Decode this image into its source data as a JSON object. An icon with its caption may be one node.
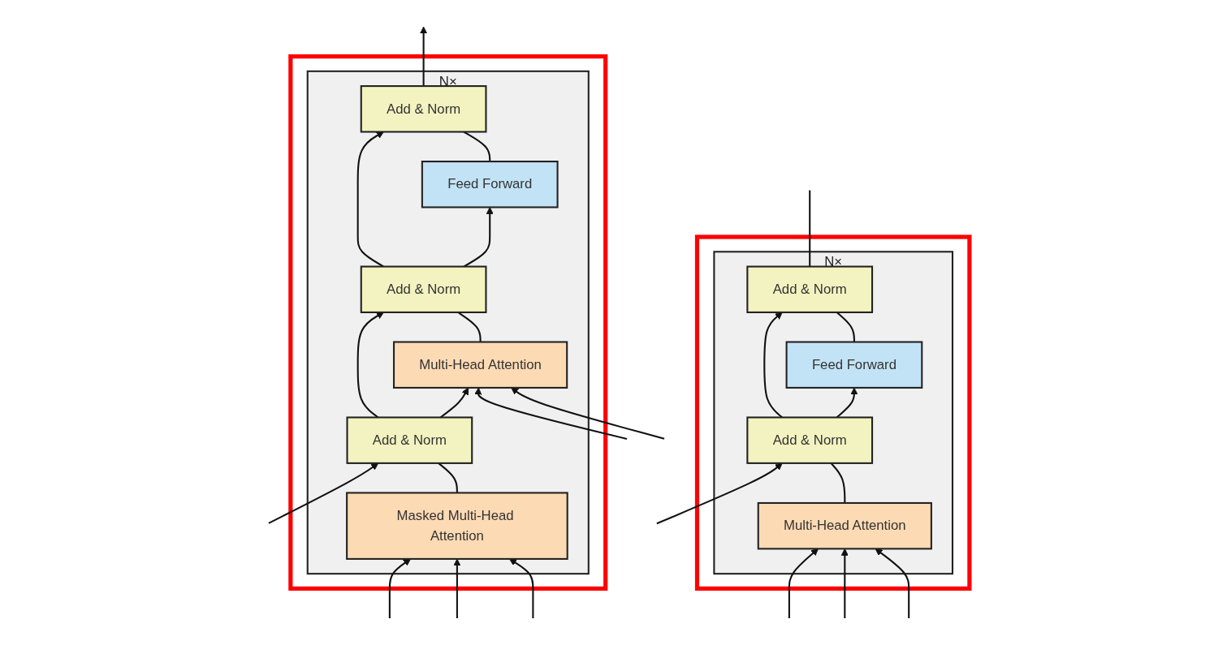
{
  "diagram": {
    "nodes": [
      {
        "text": [],
        "shape": "box"
      },
      {
        "text": [
          "N×"
        ],
        "in": 0
      },
      {
        "text": [
          "Add & Norm"
        ],
        "in": 1
      },
      {
        "text": [
          "Feed Forward"
        ],
        "in": 1
      },
      {
        "text": [
          "Add & Norm"
        ],
        "in": 1
      },
      {
        "text": [
          "Multi-Head Attention"
        ],
        "in": 1
      },
      {
        "text": [],
        "shape": "box"
      },
      {
        "text": [
          "N×"
        ],
        "in": 6
      },
      {
        "text": [
          "Add & Norm"
        ],
        "in": 7
      },
      {
        "text": [
          "Feed Forward"
        ],
        "in": 7
      },
      {
        "text": [
          "Add & Norm"
        ],
        "in": 7
      },
      {
        "text": [
          "Multi-Head Attention"
        ],
        "in": 7
      },
      {
        "text": [
          "Add & Norm"
        ],
        "in": 7
      },
      {
        "text": [
          "Masked Multi-Head Attention"
        ],
        "in": 7
      }
    ],
    "edges": [
      {
        "from": null,
        "to": 5,
        "arrow": "to"
      },
      {
        "from": null,
        "to": 5,
        "arrow": "to"
      },
      {
        "from": null,
        "to": 5,
        "arrow": "to"
      },
      {
        "from": null,
        "to": 4,
        "arrow": "to"
      },
      {
        "from": 5,
        "to": 4,
        "arrow": "none"
      },
      {
        "from": 4,
        "to": 3,
        "arrow": "to"
      },
      {
        "from": 4,
        "to": 2,
        "arrow": "to"
      },
      {
        "from": 3,
        "to": 2,
        "arrow": "none"
      },
      {
        "from": 2,
        "to": null,
        "arrow": "none"
      },
      {
        "from": null,
        "to": 13,
        "arrow": "to"
      },
      {
        "from": null,
        "to": 13,
        "arrow": "to"
      },
      {
        "from": null,
        "to": 13,
        "arrow": "to"
      },
      {
        "from": null,
        "to": 12,
        "arrow": "to"
      },
      {
        "from": 13,
        "to": 12,
        "arrow": "none"
      },
      {
        "from": 12,
        "to": 11,
        "arrow": "to"
      },
      {
        "from": 12,
        "to": 10,
        "arrow": "to"
      },
      {
        "from": null,
        "to": 11,
        "arrow": "to"
      },
      {
        "from": null,
        "to": 11,
        "arrow": "to"
      },
      {
        "from": 11,
        "to": 10,
        "arrow": "none"
      },
      {
        "from": 10,
        "to": 9,
        "arrow": "to"
      },
      {
        "from": 10,
        "to": 8,
        "arrow": "to"
      },
      {
        "from": 9,
        "to": 8,
        "arrow": "none"
      },
      {
        "from": 8,
        "to": null,
        "arrow": "to"
      }
    ]
  }
}
